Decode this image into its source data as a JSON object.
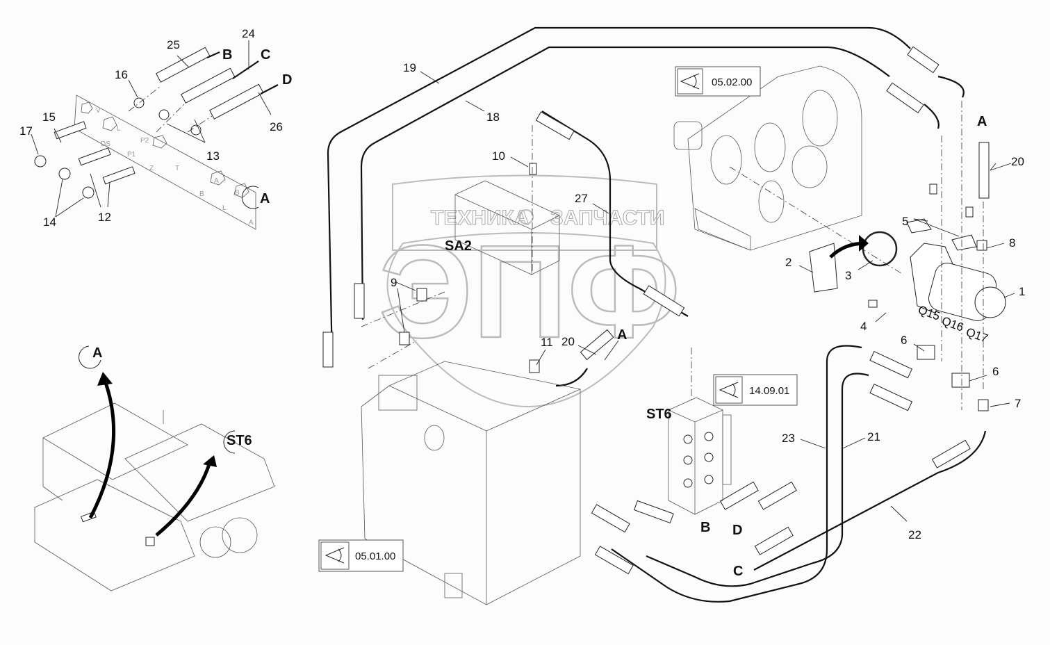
{
  "diagram": {
    "title": "Hydraulic hose assembly exploded view",
    "watermark": {
      "top_left": "ТЕХНИКА",
      "top_right": "ЗАПЧАСТИ",
      "logo": "ЭПФ"
    },
    "view_references": [
      {
        "code": "05.02.00",
        "icon": "eye-view-icon"
      },
      {
        "code": "14.09.01",
        "icon": "eye-view-icon"
      },
      {
        "code": "05.01.00",
        "icon": "eye-view-icon"
      }
    ],
    "assembly_labels": {
      "sa2": "SA2",
      "st6": "ST6",
      "a": "A",
      "b": "B",
      "c": "C",
      "d": "D"
    },
    "port_labels": {
      "q15": "Q15",
      "q16": "Q16",
      "q17": "Q17"
    },
    "overview": {
      "detail_a": "A",
      "detail_st6": "ST6"
    },
    "part_numbers": {
      "p1": "1",
      "p2": "2",
      "p3": "3",
      "p4": "4",
      "p5": "5",
      "p6a": "6",
      "p6b": "6",
      "p7": "7",
      "p8": "8",
      "p9": "9",
      "p10": "10",
      "p11": "11",
      "p12": "12",
      "p13": "13",
      "p14": "14",
      "p15": "15",
      "p16": "16",
      "p17": "17",
      "p18": "18",
      "p19": "19",
      "p20a": "20",
      "p20b": "20",
      "p21": "21",
      "p22": "22",
      "p23": "23",
      "p24": "24",
      "p25": "25",
      "p26": "26",
      "p27": "27"
    },
    "plate_markings": [
      "V",
      "L",
      "DS",
      "P2",
      "P1",
      "Z",
      "T",
      "A",
      "B",
      "L",
      "B",
      "A"
    ]
  }
}
